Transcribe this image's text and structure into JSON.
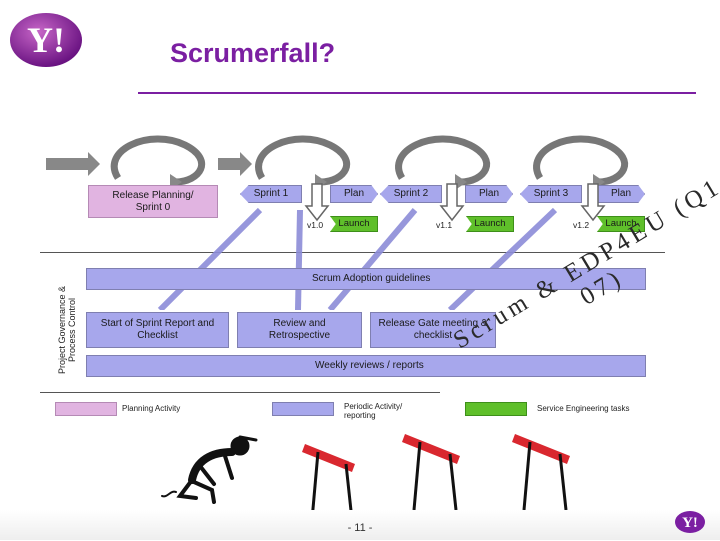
{
  "title": "Scrumerfall?",
  "logo": {
    "text": "Y!",
    "color": "#7b1fa2"
  },
  "top_row": {
    "release_planning": "Release Planning/ Sprint 0",
    "sprints": [
      "Sprint 1",
      "Sprint 2",
      "Sprint 3"
    ],
    "plan_label": "Plan",
    "launch_label": "Launch",
    "versions": [
      "v1.0",
      "v1.1",
      "v1.2"
    ]
  },
  "side_label": "Project Governance & Process Control",
  "bands": {
    "scrum_adoption": "Scrum Adoption guidelines",
    "weekly_reviews": "Weekly reviews / reports"
  },
  "middle_boxes": [
    "Start of Sprint Report and Checklist",
    "Review and Retrospective",
    "Release Gate meeting & checklist"
  ],
  "legend": [
    {
      "label": "Planning Activity",
      "color": "#e1b4e1"
    },
    {
      "label": "Periodic Activity/ reporting",
      "color": "#a7a7ec"
    },
    {
      "label": "Service Engineering tasks",
      "color": "#5fbf2a"
    }
  ],
  "overlay": "Scrum & EDP4EU (Q1 07)",
  "page_number": "- 11 -",
  "colors": {
    "accent": "#7b1fa2",
    "hurdle": "#d9282f",
    "green": "#5fbf2a",
    "purple": "#a7a7ec"
  },
  "icons": [
    "yahoo-logo-icon",
    "loop-arrow-icon",
    "runner-figure-icon",
    "hurdle-icon"
  ]
}
